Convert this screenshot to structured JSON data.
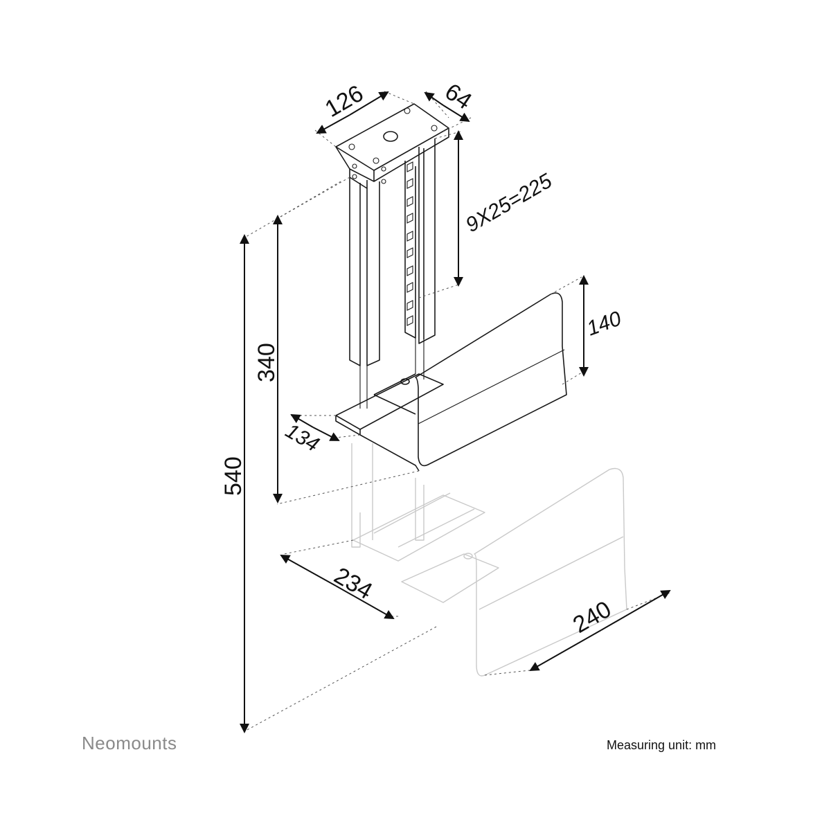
{
  "dimensions": {
    "width_top": "126",
    "depth_top": "64",
    "adjust": "9X25=225",
    "holder_height": "140",
    "height_min": "340",
    "height_max": "540",
    "depth_holder": "134",
    "width_min": "234",
    "width_max": "240"
  },
  "footer": {
    "brand": "Neomounts",
    "unit_note": "Measuring unit: mm"
  }
}
